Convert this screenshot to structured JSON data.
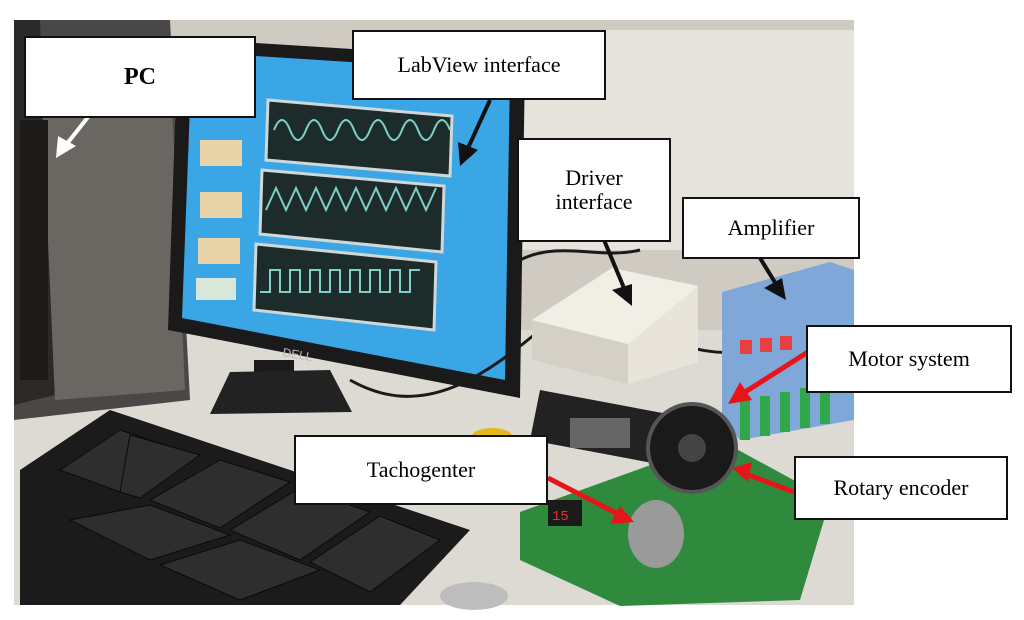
{
  "labels": {
    "pc": "PC",
    "labview": "LabView interface",
    "driver_line1": "Driver",
    "driver_line2": "interface",
    "amplifier": "Amplifier",
    "motor": "Motor system",
    "rotary": "Rotary encoder",
    "tacho": "Tachogenter"
  },
  "monitor_brand": "DELL",
  "colors": {
    "arrow_red": "#e8141a",
    "arrow_black": "#111111",
    "arrow_white": "#ffffff",
    "screen_blue": "#3aa6e6",
    "scope_bg": "#1e2b2b",
    "waveform": "#7fd0c8",
    "pcb_green": "#2f8a3e"
  }
}
